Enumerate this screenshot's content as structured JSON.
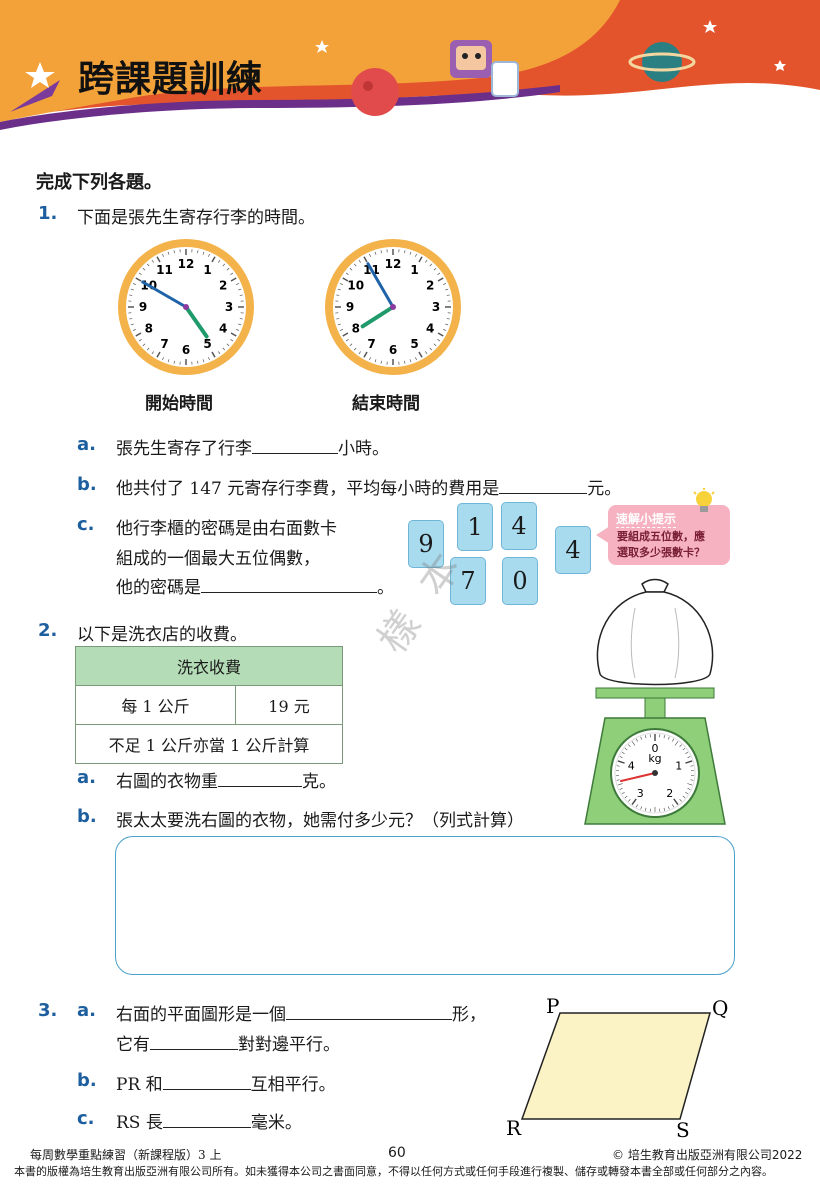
{
  "header": {
    "title": "跨課題訓練"
  },
  "instruction": "完成下列各題。",
  "q1": {
    "number": "1.",
    "text": "下面是張先生寄存行李的時間。",
    "clock_start": {
      "label": "開始時間",
      "hour": 4,
      "minute": 50
    },
    "clock_end": {
      "label": "結束時間",
      "hour": 7,
      "minute": 55
    },
    "parts": {
      "a": {
        "letter": "a.",
        "pre": "張先生寄存了行李",
        "post": "小時。"
      },
      "b": {
        "letter": "b.",
        "pre": "他共付了 147 元寄存行李費，平均每小時的費用是",
        "post": "元。"
      },
      "c": {
        "letter": "c.",
        "line1": "他行李櫃的密碼是由右面數卡",
        "line2": "組成的一個最大五位偶數，",
        "line3": "他的密碼是",
        "post": "。"
      }
    },
    "cards": [
      "9",
      "1",
      "4",
      "7",
      "0",
      "4"
    ],
    "hint": {
      "title": "速解小提示",
      "line1": "要組成五位數，應",
      "line2": "選取多少張數卡？"
    }
  },
  "q2": {
    "number": "2.",
    "text": "以下是洗衣店的收費。",
    "table": {
      "header": "洗衣收費",
      "row1_left": "每 1 公斤",
      "row1_right": "19 元",
      "row2": "不足 1 公斤亦當 1 公斤計算"
    },
    "scale_unit": "kg",
    "scale_ticks": [
      "0",
      "1",
      "2",
      "3",
      "4"
    ],
    "parts": {
      "a": {
        "letter": "a.",
        "pre": "右圖的衣物重",
        "post": "克。"
      },
      "b": {
        "letter": "b.",
        "text": "張太太要洗右圖的衣物，她需付多少元？（列式計算）"
      }
    }
  },
  "q3": {
    "number": "3.",
    "parts": {
      "a": {
        "letter": "a.",
        "pre": "右面的平面圖形是一個",
        "post": "形，",
        "line2_pre": "它有",
        "line2_post": "對對邊平行。"
      },
      "b": {
        "letter": "b.",
        "pre": "PR 和",
        "post": "互相平行。"
      },
      "c": {
        "letter": "c.",
        "pre": "RS 長",
        "post": "毫米。"
      }
    },
    "vertices": {
      "p": "P",
      "q": "Q",
      "r": "R",
      "s": "S"
    }
  },
  "watermark": "樣本",
  "footer": {
    "left": "每周數學重點練習（新課程版）3 上",
    "page": "60",
    "right": "© 培生教育出版亞洲有限公司2022",
    "notice": "本書的版權為培生教育出版亞洲有限公司所有。如未獲得本公司之書面同意，不得以任何方式或任何手段進行複製、儲存或轉發本書全部或任何部分之內容。"
  },
  "colors": {
    "banner_orange": "#f3a23a",
    "banner_red": "#e4542c",
    "number_blue": "#1d5f9e",
    "table_green": "#b4dcb6",
    "card_blue": "#a9dbef",
    "hint_pink": "#f6b2c0",
    "shape_fill": "#fbf3c6"
  }
}
